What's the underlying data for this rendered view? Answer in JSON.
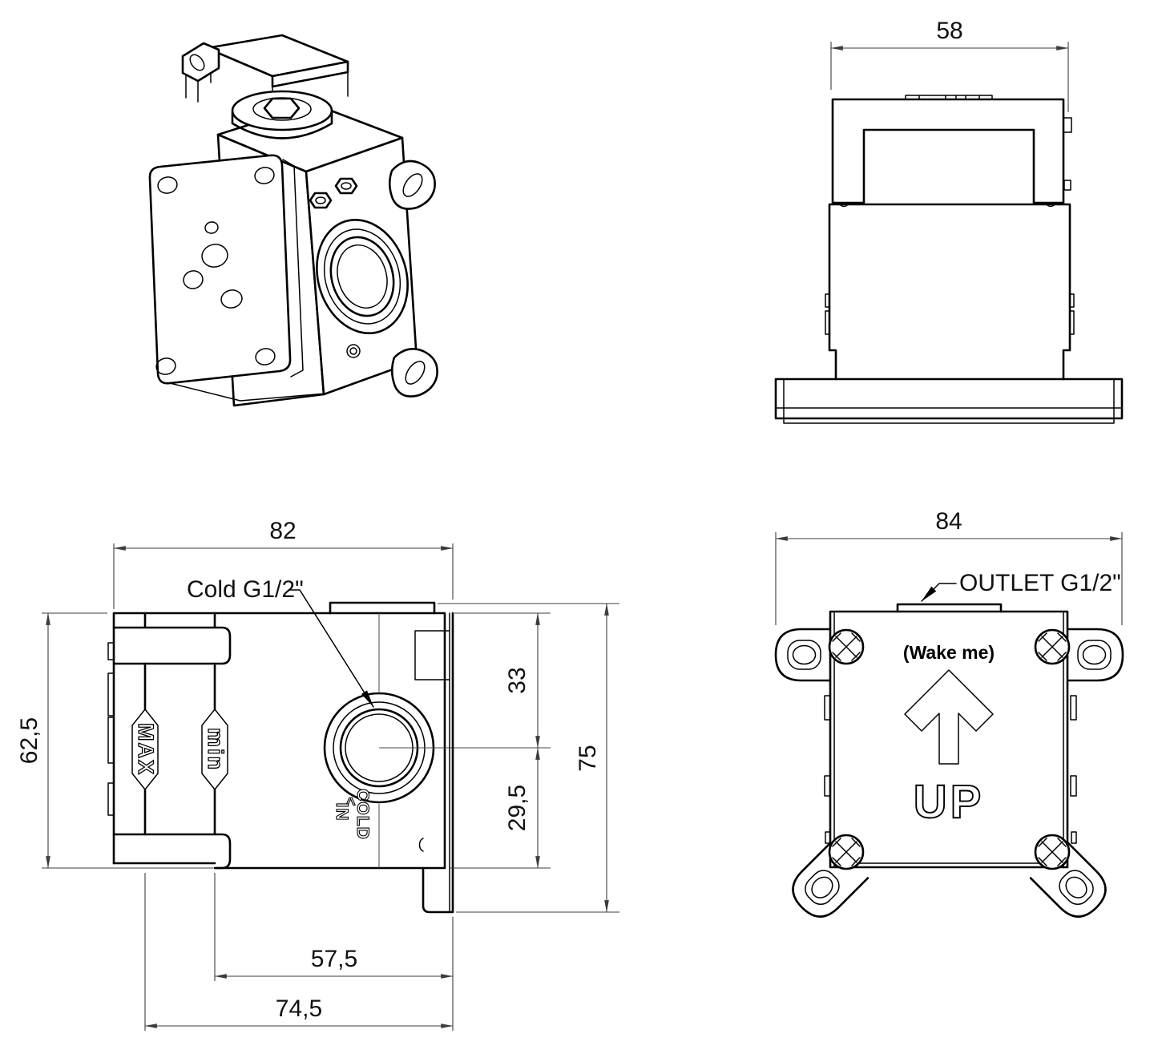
{
  "drawing": {
    "colors": {
      "background": "#ffffff",
      "outline": "#000000",
      "dimension_lines": "#3c3c3c",
      "text": "#111111"
    }
  },
  "side_view": {
    "dim_width": "58"
  },
  "front_view": {
    "dim_width": "82",
    "dim_height": "62,5",
    "dim_top_to_port_center": "33",
    "dim_port_center_to_bottom": "29,5",
    "dim_plate_height": "75",
    "dim_port_center_inner": "57,5",
    "dim_port_center_outer": "74,5",
    "label_port": "Cold G1/2\"",
    "label_max": "MAX",
    "label_min": "min",
    "flow_caret": "^",
    "flow_word1": "COLD",
    "flow_word2": "IN"
  },
  "back_view": {
    "dim_width": "84",
    "label_outlet": "OUTLET G1/2\"",
    "label_note": "(Wake me)",
    "label_up": "UP"
  }
}
